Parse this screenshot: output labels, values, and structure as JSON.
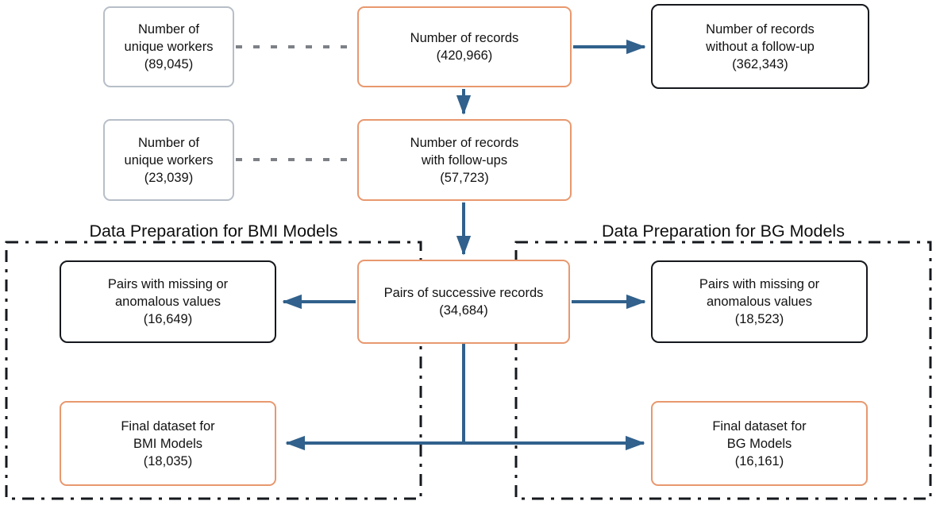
{
  "sections": {
    "bmi_label": "Data Preparation for BMI Models",
    "bg_label": "Data Preparation for BG Models"
  },
  "nodes": {
    "unique_workers_top": [
      "Number of",
      "unique workers",
      "(89,045)"
    ],
    "records_total": [
      "Number of records",
      "(420,966)"
    ],
    "records_no_followup": [
      "Number of records",
      "without a follow-up",
      "(362,343)"
    ],
    "unique_workers_followup": [
      "Number of",
      "unique workers",
      "(23,039)"
    ],
    "records_with_followups": [
      "Number of records",
      "with follow-ups",
      "(57,723)"
    ],
    "pairs_missing_bmi": [
      "Pairs with missing or",
      "anomalous values",
      "(16,649)"
    ],
    "pairs_successive": [
      "Pairs of successive records",
      "(34,684)"
    ],
    "pairs_missing_bg": [
      "Pairs with missing or",
      "anomalous values",
      "(18,523)"
    ],
    "final_bmi": [
      "Final dataset for",
      "BMI Models",
      "(18,035)"
    ],
    "final_bg": [
      "Final dataset for",
      "BG Models",
      "(16,161)"
    ]
  },
  "colors": {
    "arrow": "#31618c",
    "orange_border": "#e8986e",
    "gray_border": "#b7bec8",
    "dark_border": "#15181d",
    "dashed_connector": "#7d8187"
  }
}
